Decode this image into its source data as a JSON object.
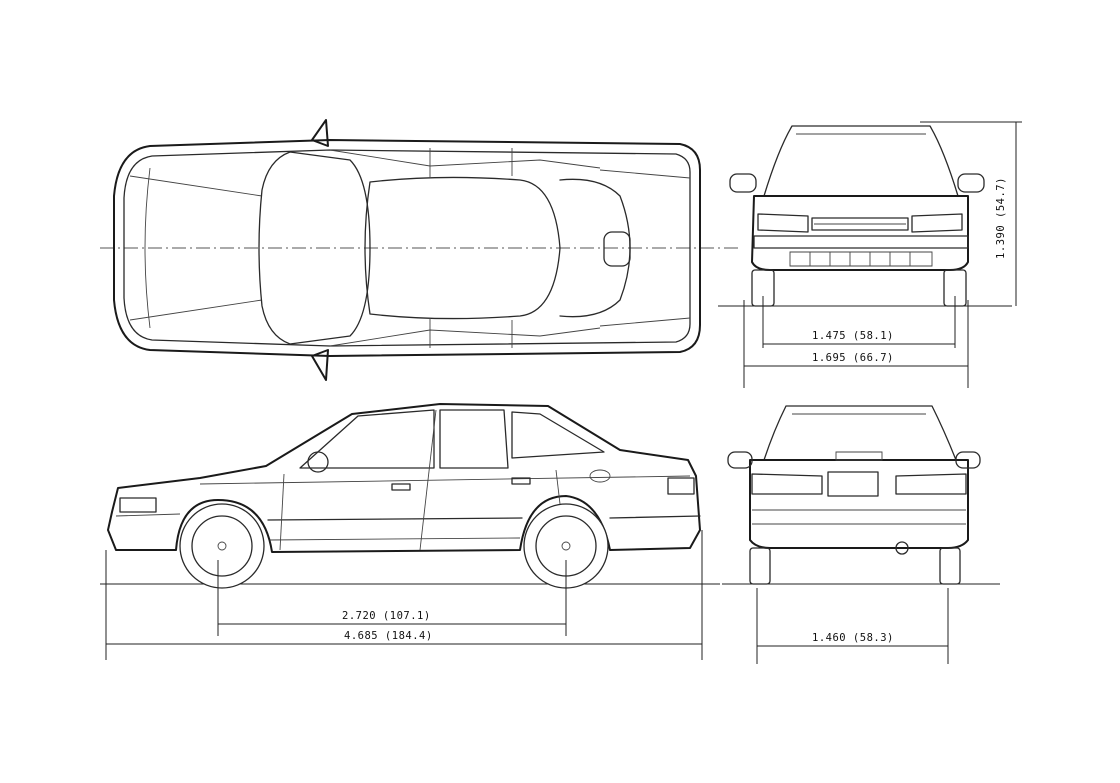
{
  "dimensions": {
    "wheelbase": "2.720 (107.1)",
    "overall_length": "4.685 (184.4)",
    "front_track": "1.475 (58.1)",
    "overall_width": "1.695 (66.7)",
    "rear_track": "1.460 (58.3)",
    "overall_height": "1.390 (54.7)"
  }
}
